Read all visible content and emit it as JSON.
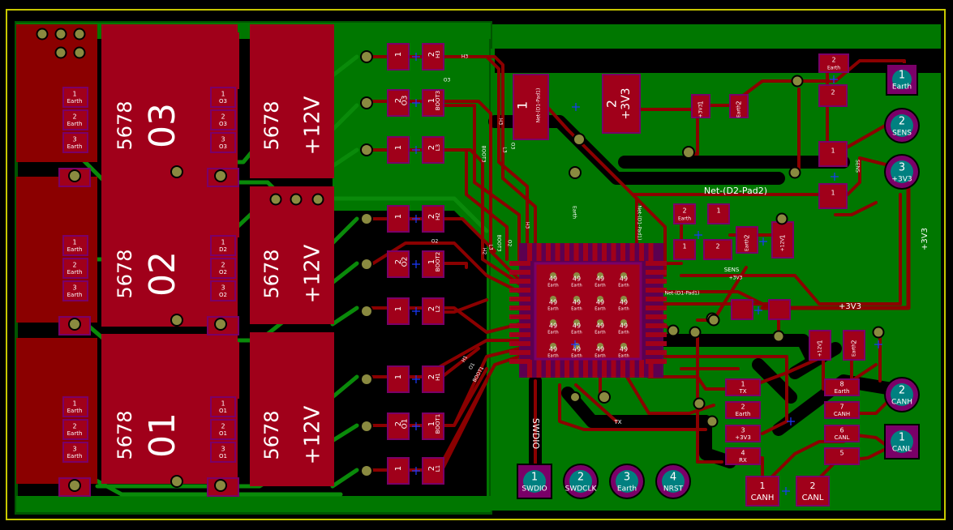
{
  "colors": {
    "background": "#000000",
    "outline": "#c8c800",
    "copper_top": "#8b0000",
    "pad_top": "#a0001a",
    "pad_rim": "#7a0068",
    "copper_bottom": "#0a8a0a",
    "bottom_pour": "#007700",
    "via": "#8a8a40",
    "label": "#ffffff",
    "thru_pad": "#008080",
    "origin_cross": "#1a3aff"
  },
  "mosfet_blocks": [
    {
      "id": "Q3",
      "code": "5678",
      "name": "03",
      "supply": "+12V",
      "pins": [
        {
          "n": "1",
          "net": "Earth"
        },
        {
          "n": "2",
          "net": "Earth"
        },
        {
          "n": "3",
          "net": "Earth"
        }
      ],
      "drain_pins": [
        {
          "n": "1",
          "net": "O3"
        },
        {
          "n": "2",
          "net": "O3"
        },
        {
          "n": "3",
          "net": "O3"
        }
      ]
    },
    {
      "id": "Q2",
      "code": "5678",
      "name": "02",
      "supply": "+12V",
      "pins": [
        {
          "n": "1",
          "net": "Earth"
        },
        {
          "n": "2",
          "net": "Earth"
        },
        {
          "n": "3",
          "net": "Earth"
        }
      ],
      "drain_pins": [
        {
          "n": "1",
          "net": "D2"
        },
        {
          "n": "2",
          "net": "O2"
        },
        {
          "n": "3",
          "net": "O2"
        }
      ]
    },
    {
      "id": "Q1",
      "code": "5678",
      "name": "01",
      "supply": "+12V",
      "pins": [
        {
          "n": "1",
          "net": "Earth"
        },
        {
          "n": "2",
          "net": "Earth"
        },
        {
          "n": "3",
          "net": "Earth"
        }
      ],
      "drain_pins": [
        {
          "n": "1",
          "net": "O1"
        },
        {
          "n": "2",
          "net": "O1"
        },
        {
          "n": "3",
          "net": "O1"
        }
      ]
    }
  ],
  "gate_pad_pairs": [
    {
      "left_n": "1",
      "left_net": "",
      "right_n": "2",
      "right_net": "H3"
    },
    {
      "left_n": "2",
      "left_net": "O3",
      "right_n": "1",
      "right_net": "BOOT3"
    },
    {
      "left_n": "1",
      "left_net": "",
      "right_n": "2",
      "right_net": "L3"
    },
    {
      "left_n": "1",
      "left_net": "",
      "right_n": "2",
      "right_net": "H2"
    },
    {
      "left_n": "2",
      "left_net": "O2",
      "right_n": "1",
      "right_net": "BOOT2"
    },
    {
      "left_n": "1",
      "left_net": "",
      "right_n": "2",
      "right_net": "L2"
    },
    {
      "left_n": "1",
      "left_net": "",
      "right_n": "2",
      "right_net": "H1"
    },
    {
      "left_n": "2",
      "left_net": "O1",
      "right_n": "1",
      "right_net": "BOOT1"
    },
    {
      "left_n": "1",
      "left_net": "",
      "right_n": "2",
      "right_net": "L1"
    }
  ],
  "trace_labels": {
    "h3": "H3",
    "o3": "O3",
    "boot3": "BOOT3",
    "l3": "L3",
    "h3v": "H3",
    "o3v": "O3",
    "earth_v": "Earth",
    "h1": "H1",
    "o1": "O1",
    "boot1": "BOOT1",
    "o2": "O2",
    "l3b": "L3",
    "boot3b": "BOOT3",
    "o2v": "O2",
    "h2": "H2",
    "net_d2": "Net-(D2-Pad2)",
    "net_d1_v": "Net-(D1-Pad1)",
    "net_d1_h": "Net-(D1-Pad1)",
    "sens": "SENS",
    "p3v3": "+3V3",
    "p3v3_small": "+3V3",
    "p3v3_v": "+3V3",
    "tx": "TX",
    "swdio_trace": "SWDIO",
    "sens_v": "SENS"
  },
  "diode_pads": [
    {
      "n": "1",
      "net": "Net-(D1-Pad1)"
    },
    {
      "n": "2",
      "net": "+3V3"
    }
  ],
  "mcu": {
    "pad_number": "49",
    "pad_net": "Earth",
    "grid_rows": 4,
    "grid_cols": 4
  },
  "small_pads": [
    {
      "n": "1",
      "net": "+3V3"
    },
    {
      "n": "2",
      "net": "Earth"
    },
    {
      "n": "2",
      "net": "Earth"
    },
    {
      "n": "1",
      "net": ""
    },
    {
      "n": "1",
      "net": ""
    },
    {
      "n": "2",
      "net": ""
    },
    {
      "n": "2",
      "net": "Earth"
    },
    {
      "n": "2",
      "net": "Earth"
    },
    {
      "n": "1",
      "net": ""
    },
    {
      "n": "1",
      "net": ""
    },
    {
      "n": "2",
      "net": ""
    },
    {
      "n": "1",
      "net": "+12V"
    },
    {
      "n": "1",
      "net": "+12V"
    },
    {
      "n": "2",
      "net": "Earth"
    },
    {
      "n": "1",
      "net": ""
    },
    {
      "n": "2",
      "net": ""
    }
  ],
  "header_pins": [
    {
      "n": "1",
      "net": "TX"
    },
    {
      "n": "2",
      "net": "Earth"
    },
    {
      "n": "3",
      "net": "+3V3"
    },
    {
      "n": "4",
      "net": "RX"
    }
  ],
  "can_pins": [
    {
      "n": "8",
      "net": "Earth"
    },
    {
      "n": "7",
      "net": "CANH"
    },
    {
      "n": "6",
      "net": "CANL"
    },
    {
      "n": "5",
      "net": ""
    }
  ],
  "can_pads": [
    {
      "n": "1",
      "net": "CANH"
    },
    {
      "n": "2",
      "net": "CANL"
    }
  ],
  "connector_right_top": [
    {
      "n": "1",
      "net": "Earth"
    },
    {
      "n": "2",
      "net": "SENS"
    },
    {
      "n": "3",
      "net": "+3V3"
    }
  ],
  "connector_right_bottom": [
    {
      "n": "2",
      "net": "CANH"
    },
    {
      "n": "1",
      "net": "CANL"
    }
  ],
  "swd_connector": [
    {
      "n": "1",
      "net": "SWDIO"
    },
    {
      "n": "2",
      "net": "SWDCLK"
    },
    {
      "n": "3",
      "net": "Earth"
    },
    {
      "n": "4",
      "net": "NRST"
    }
  ]
}
